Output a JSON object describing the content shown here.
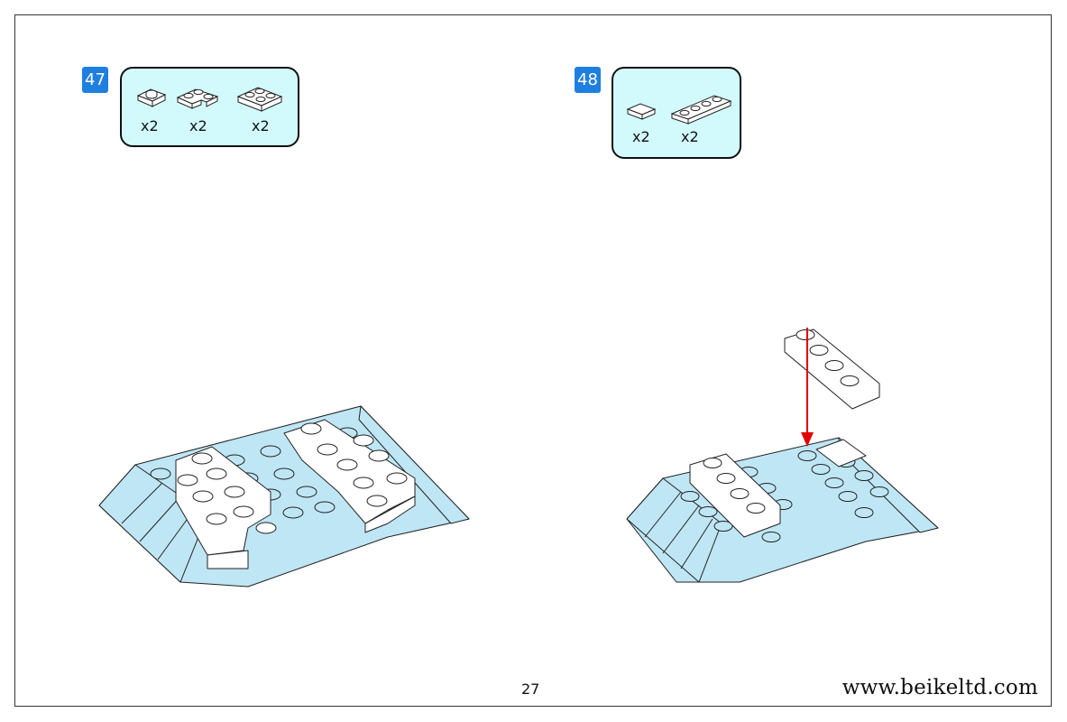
{
  "steps": [
    {
      "number": "47",
      "parts": [
        {
          "icon": "plate-1x1-icon",
          "qty": "x2"
        },
        {
          "icon": "plate-corner-icon",
          "qty": "x2"
        },
        {
          "icon": "plate-2x2-icon",
          "qty": "x2"
        }
      ]
    },
    {
      "number": "48",
      "parts": [
        {
          "icon": "tile-1x1-icon",
          "qty": "x2"
        },
        {
          "icon": "plate-1x4-icon",
          "qty": "x2"
        }
      ]
    }
  ],
  "page_number": "27",
  "website": "www.beikeltd.com",
  "colors": {
    "badge": "#1f7fe0",
    "parts_box": "#d2fafc",
    "light_blue_brick": "#bfe6f5",
    "white_brick": "#ffffff",
    "arrow": "#e00000"
  }
}
